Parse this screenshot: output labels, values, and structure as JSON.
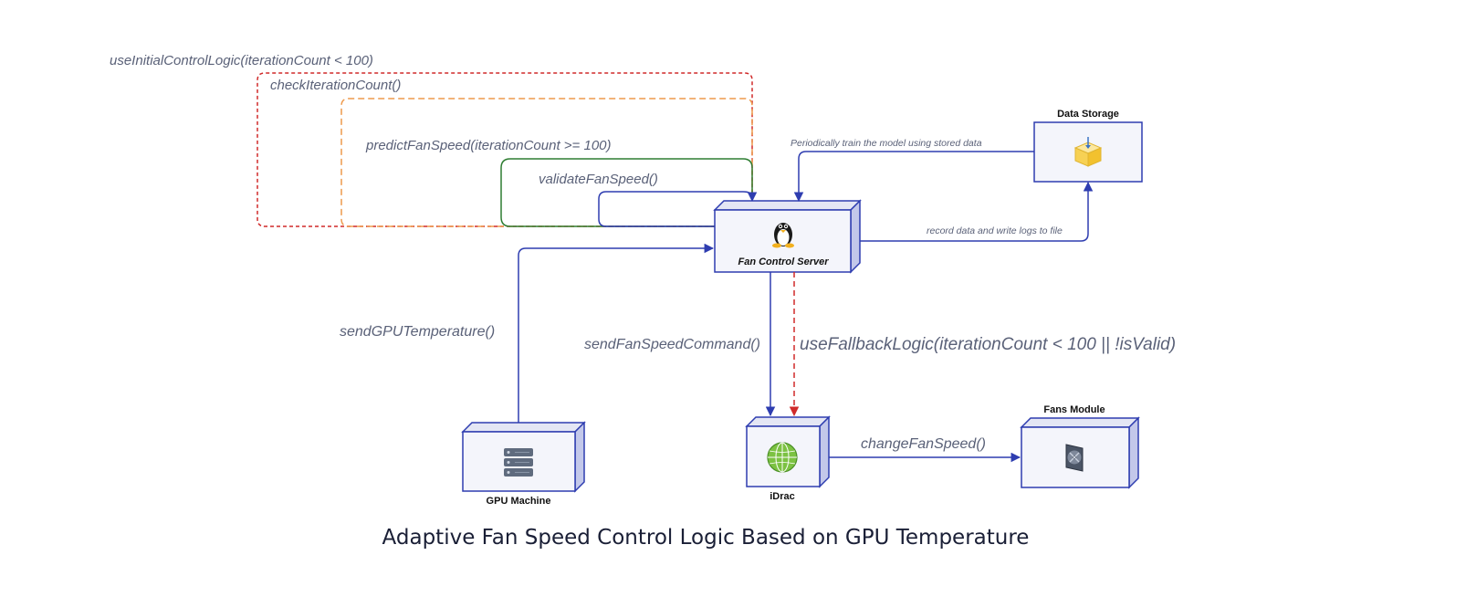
{
  "title": "Adaptive Fan Speed Control Logic Based on GPU Temperature",
  "nodes": {
    "data_storage": {
      "label": "Data Storage",
      "icon": "package-box-icon"
    },
    "fan_control_server": {
      "label": "Fan Control Server",
      "icon": "linux-tux-icon"
    },
    "gpu_machine": {
      "label": "GPU Machine",
      "icon": "server-rack-icon"
    },
    "idrac": {
      "label": "iDrac",
      "icon": "network-globe-icon"
    },
    "fans_module": {
      "label": "Fans Module",
      "icon": "fan-icon"
    }
  },
  "edges": {
    "use_initial": "useInitialControlLogic(iterationCount < 100)",
    "check_iteration": "checkIterationCount()",
    "predict_fan_speed": "predictFanSpeed(iterationCount >= 100)",
    "validate_fan_speed": "validateFanSpeed()",
    "periodic_train": "Periodically train the model using stored data",
    "record_data": "record data and write logs to file",
    "send_gpu_temp": "sendGPUTemperature()",
    "send_fan_cmd": "sendFanSpeedCommand()",
    "use_fallback": "useFallbackLogic(iterationCount < 100 || !isValid)",
    "change_fan_speed": "changeFanSpeed()"
  },
  "colors": {
    "blue": "#2e3db0",
    "red": "#d02a2a",
    "orange": "#ee9a4c",
    "green": "#2e7d32",
    "box_fill": "#f4f5fb",
    "box_side": "#c3c8ea"
  }
}
